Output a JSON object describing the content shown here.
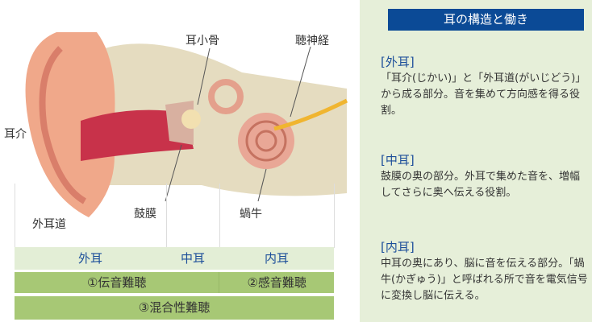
{
  "labels": {
    "auricle": "耳介",
    "ossicles": "耳小骨",
    "auditory_nerve": "聴神経",
    "ear_canal": "外耳道",
    "eardrum": "鼓膜",
    "cochlea": "蝸牛"
  },
  "table": {
    "outer": "外耳",
    "middle": "中耳",
    "inner": "内耳",
    "conductive": "①伝音難聴",
    "sensorineural": "②感音難聴",
    "mixed": "③混合性難聴"
  },
  "panel": {
    "title": "耳の構造と働き",
    "sections": [
      {
        "heading": "[外耳]",
        "text": "「耳介(じかい)」と「外耳道(がいじどう)」から成る部分。音を集めて方向感を得る役割。"
      },
      {
        "heading": "[中耳]",
        "text": "鼓膜の奥の部分。外耳で集めた音を、増幅してさらに奥へ伝える役割。"
      },
      {
        "heading": "[内耳]",
        "text": "中耳の奥にあり、脳に音を伝える部分。「蝸牛(かぎゅう)」と呼ばれる所で音を電気信号に変換し脳に伝える。"
      }
    ]
  }
}
